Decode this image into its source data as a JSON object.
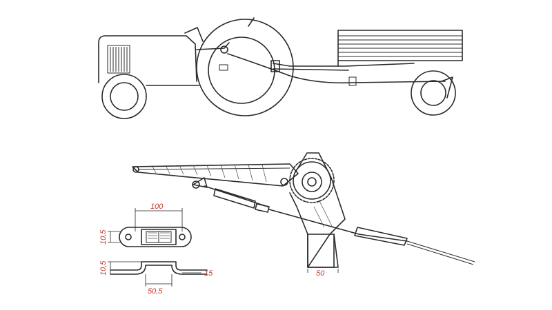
{
  "figure": {
    "tractor_trailer": {
      "components": [
        "tractor",
        "trailer",
        "brake-cable",
        "brake-lever"
      ]
    },
    "lever_detail": {
      "components": [
        "lever-arm",
        "ratchet-wheel",
        "turnbuckle",
        "bracket",
        "cable"
      ]
    },
    "plate_drawing": {
      "components": [
        "plate-top-view",
        "plate-side-view"
      ]
    },
    "dimensions": {
      "plate_length": "100",
      "plate_height": "10,5",
      "bend_height": "10,5",
      "bend_width": "50,5",
      "flange": "15",
      "bracket_width": "50"
    },
    "colors": {
      "line": "#2a2a2a",
      "dimension_text": "#c0392b"
    }
  }
}
